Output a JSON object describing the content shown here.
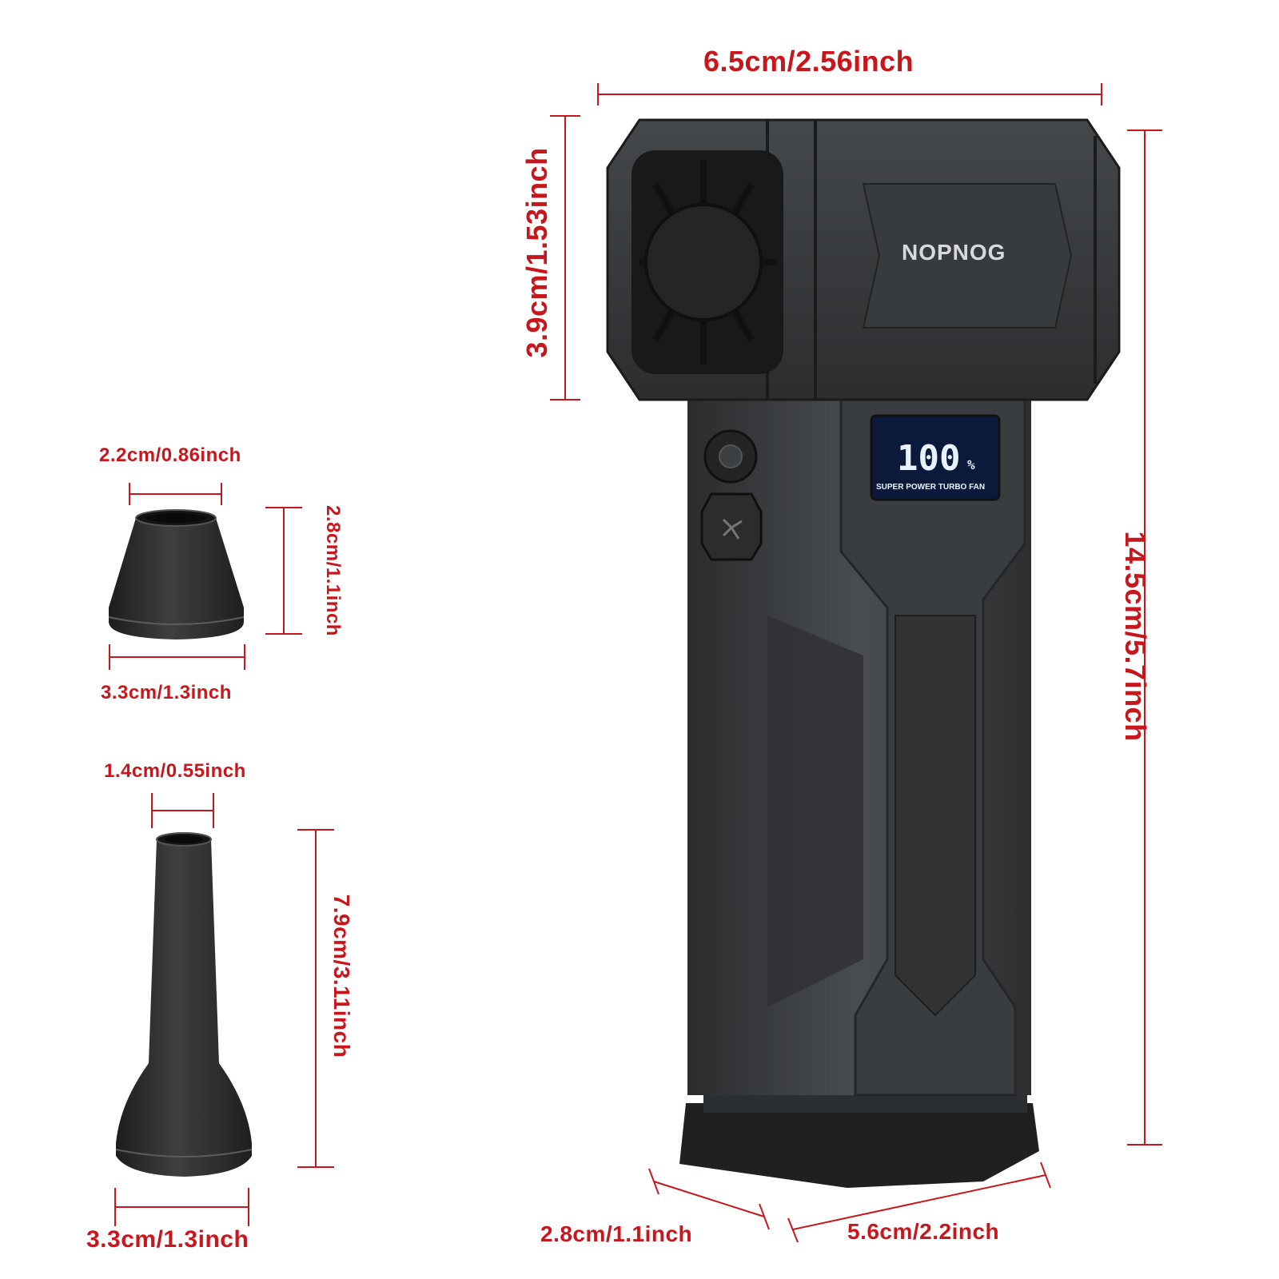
{
  "brand": "NOPNOG",
  "display": {
    "value": "100",
    "unit": "%",
    "caption": "SUPER POWER TURBO FAN"
  },
  "dimensions": {
    "body_width": "6.5cm/2.56inch",
    "head_height": "3.9cm/1.53inch",
    "total_height": "14.5cm/5.7inch",
    "base_depth": "2.8cm/1.1inch",
    "base_width": "5.6cm/2.2inch",
    "nozzle_short_top": "2.2cm/0.86inch",
    "nozzle_short_height": "2.8cm/1.1inch",
    "nozzle_short_bottom": "3.3cm/1.3inch",
    "nozzle_long_top": "1.4cm/0.55inch",
    "nozzle_long_height": "7.9cm/3.11inch",
    "nozzle_long_bottom": "3.3cm/1.3inch"
  },
  "colors": {
    "accent": "#c8161d",
    "body": "#3a3d40",
    "screen": "#0b1a3a"
  }
}
